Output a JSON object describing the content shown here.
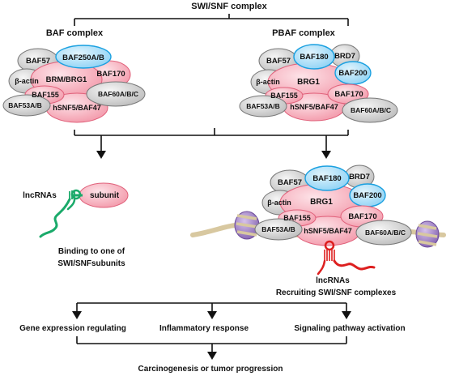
{
  "title": "SWI/SNF complex",
  "baf": {
    "label": "BAF complex",
    "subunits": {
      "baf57": "BAF57",
      "baf250": "BAF250A/B",
      "beta_actin": "β-actin",
      "brm": "BRM/BRG1",
      "baf170": "BAF170",
      "baf155": "BAF155",
      "baf60": "BAF60A/B/C",
      "baf53": "BAF53A/B",
      "hsnf5": "hSNF5/BAF47"
    }
  },
  "pbaf": {
    "label": "PBAF complex",
    "subunits": {
      "baf57": "BAF57",
      "baf180": "BAF180",
      "brd7": "BRD7",
      "baf200": "BAF200",
      "beta_actin": "β-actin",
      "brg1": "BRG1",
      "baf155": "BAF155",
      "baf170": "BAF170",
      "baf53": "BAF53A/B",
      "hsnf5": "hSNF5/BAF47",
      "baf60": "BAF60A/B/C"
    }
  },
  "left_mechanism": {
    "lncrna_label": "lncRNAs",
    "subunit_label": "subunit",
    "caption_line1": "Binding to one of",
    "caption_line2": "SWI/SNFsubunits"
  },
  "right_mechanism": {
    "subunits": {
      "baf57": "BAF57",
      "baf180": "BAF180",
      "brd7": "BRD7",
      "baf200": "BAF200",
      "beta_actin": "β-actin",
      "brg1": "BRG1",
      "baf155": "BAF155",
      "baf170": "BAF170",
      "baf53": "BAF53A/B",
      "hsnf5": "hSNF5/BAF47",
      "baf60": "BAF60A/B/C"
    },
    "lncrna_label": "lncRNAs",
    "caption": "Recruiting SWI/SNF complexes"
  },
  "outcomes": [
    "Gene expression regulating",
    "Inflammatory response",
    "Signaling pathway activation"
  ],
  "final": "Carcinogenesis or tumor progression",
  "colors": {
    "pink": "#f7aab6",
    "pink_stroke": "#e0607a",
    "blue": "#aee0f8",
    "blue_stroke": "#1aa0e0",
    "gray": "#d4d4d4",
    "gray_stroke": "#777777",
    "purple": "#9a78c0",
    "rna_green": "#1aaa6a",
    "rna_red": "#dd1f1f",
    "dna": "#d8c8a0"
  }
}
